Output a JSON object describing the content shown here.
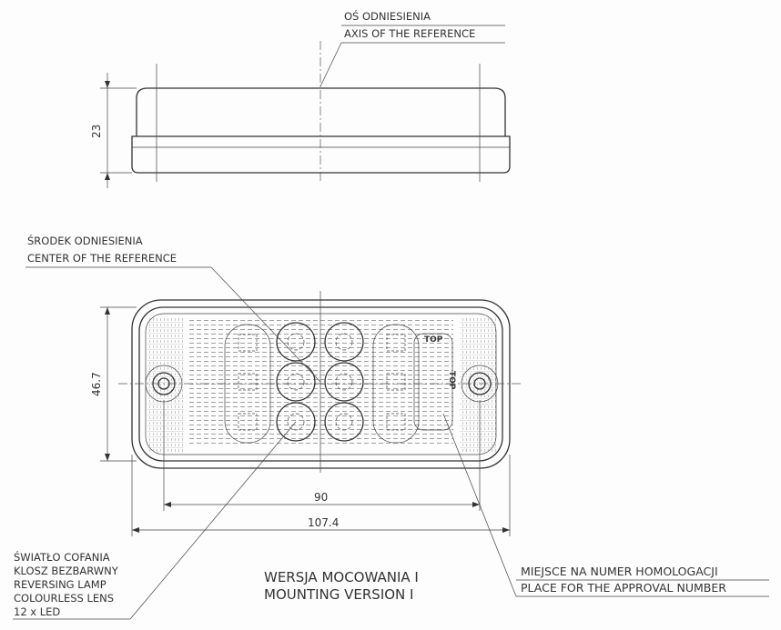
{
  "top_view": {
    "axis_label_pl": "OŚ ODNIESIENIA",
    "axis_label_en": "AXIS OF THE REFERENCE",
    "height_dim": "23"
  },
  "front_view": {
    "center_label_pl": "ŚRODEK ODNIESIENIA",
    "center_label_en": "CENTER OF THE REFERENCE",
    "height_dim": "46.7",
    "hole_spacing_dim": "90",
    "width_dim": "107.4",
    "top_mark_1": "TOP",
    "top_mark_2": "TOP"
  },
  "lamp_note": {
    "lines": [
      "ŚWIATŁO COFANIA",
      "KLOSZ BEZBARWNY",
      "REVERSING LAMP",
      "COLOURLESS LENS",
      "12 x LED"
    ]
  },
  "mounting": {
    "line1": "WERSJA MOCOWANIA I",
    "line2": "MOUNTING VERSION I"
  },
  "approval": {
    "line1": "MIEJSCE NA NUMER HOMOLOGACJI",
    "line2": "PLACE FOR THE APPROVAL NUMBER"
  }
}
